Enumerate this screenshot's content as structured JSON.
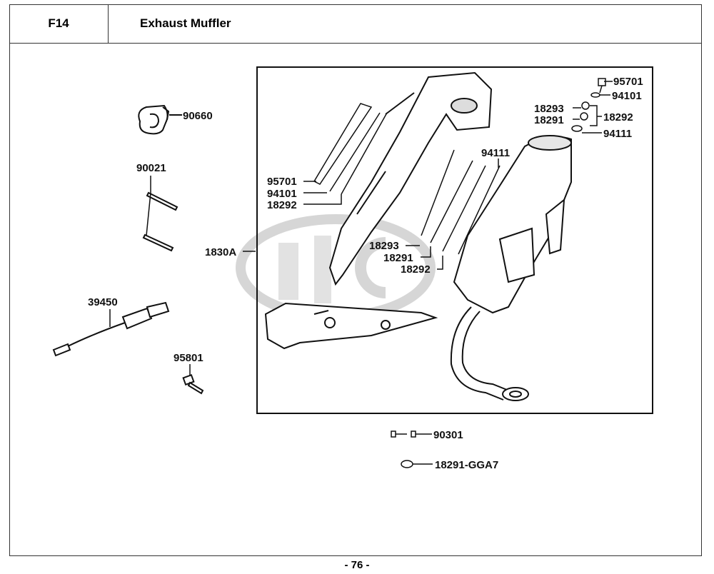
{
  "header": {
    "code": "F14",
    "title": "Exhaust Muffler"
  },
  "footer": {
    "page": "- 76 -"
  },
  "callouts": [
    {
      "id": "90660",
      "label": "90660"
    },
    {
      "id": "90021",
      "label": "90021"
    },
    {
      "id": "39450",
      "label": "39450"
    },
    {
      "id": "95801",
      "label": "95801"
    },
    {
      "id": "1830A",
      "label": "1830A"
    },
    {
      "id": "95701-l",
      "label": "95701"
    },
    {
      "id": "94101-l",
      "label": "94101"
    },
    {
      "id": "18292-l",
      "label": "18292"
    },
    {
      "id": "18293-m",
      "label": "18293"
    },
    {
      "id": "18291-m",
      "label": "18291"
    },
    {
      "id": "18292-m",
      "label": "18292"
    },
    {
      "id": "94111-m",
      "label": "94111"
    },
    {
      "id": "95701-r",
      "label": "95701"
    },
    {
      "id": "94101-r",
      "label": "94101"
    },
    {
      "id": "18293-r",
      "label": "18293"
    },
    {
      "id": "18291-r",
      "label": "18291"
    },
    {
      "id": "18292-r",
      "label": "18292"
    },
    {
      "id": "94111-r",
      "label": "94111"
    },
    {
      "id": "90301",
      "label": "90301"
    },
    {
      "id": "18291-GGA7",
      "label": "18291-GGA7"
    }
  ],
  "icons": [
    "clamp-icon",
    "stud-bolt-icon",
    "oxygen-sensor-icon",
    "bolt-icon",
    "heat-shield-icon",
    "muffler-icon",
    "exhaust-pipe-icon",
    "end-cap-icon",
    "gasket-icon",
    "watermark-logo"
  ],
  "colors": {
    "line": "#111111",
    "watermark": "#d8d8d8",
    "part_fill": "#ffffff"
  }
}
